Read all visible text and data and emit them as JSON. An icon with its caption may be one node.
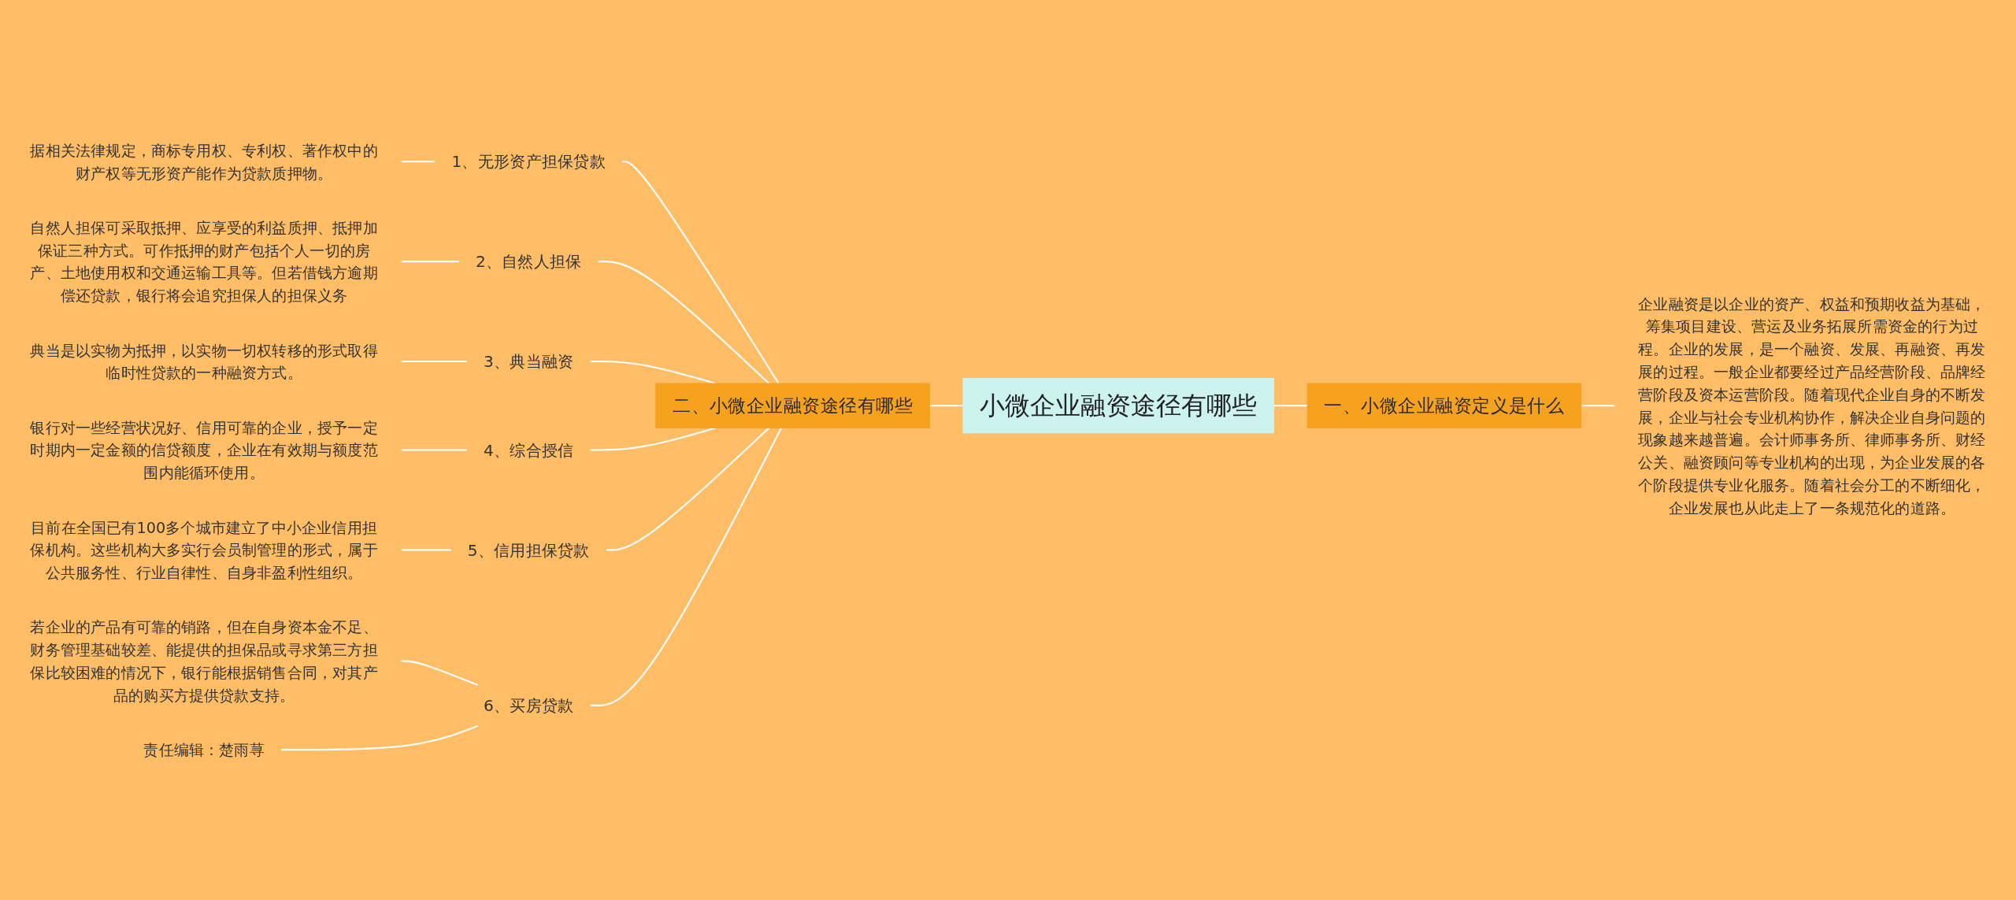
{
  "diagram": {
    "nodes": [
      {
        "text": [
          "小微企业融资途径有哪些"
        ]
      },
      {
        "text": [
          "一、小微企业融资定义是什么"
        ]
      },
      {
        "text": [
          "企业融资是以企业的资产、权益和预期收益为基础，筹集项目建设、营运及业务拓展所需资金的行为过程。企业的发展，是一个融资、发展、再融资、再发展的过程。一般企业都要经过产品经营阶段、品牌经营阶段及资本运营阶段。随着现代企业自身的不断发展，企业与社会专业机构协作，解决企业自身问题的现象越来越普遍。会计师事务所、律师事务所、财经公关、融资顾问等专业机构的出现，为企业发展的各个阶段提供专业化服务。随着社会分工的不断细化，企业发展也从此走上了一条规范化的道路。"
        ]
      },
      {
        "text": [
          "二、小微企业融资途径有哪些"
        ]
      },
      {
        "text": [
          "1、无形资产担保贷款"
        ]
      },
      {
        "text": [
          "据相关法律规定，商标专用权、专利权、著作权中的财产权等无形资产能作为贷款质押物。"
        ]
      },
      {
        "text": [
          "2、自然人担保"
        ]
      },
      {
        "text": [
          "自然人担保可采取抵押、应享受的利益质押、抵押加保证三种方式。可作抵押的财产包括个人一切的房产、土地使用权和交通运输工具等。但若借钱方逾期偿还贷款，银行将会追究担保人的担保义务"
        ]
      },
      {
        "text": [
          "3、典当融资"
        ]
      },
      {
        "text": [
          "典当是以实物为抵押，以实物一切权转移的形式取得临时性贷款的一种融资方式。"
        ]
      },
      {
        "text": [
          "4、综合授信"
        ]
      },
      {
        "text": [
          "银行对一些经营状况好、信用可靠的企业，授予一定时期内一定金额的信贷额度，企业在有效期与额度范围内能循环使用。"
        ]
      },
      {
        "text": [
          "5、信用担保贷款"
        ]
      },
      {
        "text": [
          "目前在全国已有100多个城市建立了中小企业信用担保机构。这些机构大多实行会员制管理的形式，属于公共服务性、行业自律性、自身非盈利性组织。"
        ]
      },
      {
        "text": [
          "6、买房贷款"
        ]
      },
      {
        "text": [
          "若企业的产品有可靠的销路，但在自身资本金不足、财务管理基础较差、能提供的担保品或寻求第三方担保比较困难的情况下，银行能根据销售合同，对其产品的购买方提供贷款支持。"
        ]
      },
      {
        "text": [
          "责任编辑：楚雨荨"
        ]
      }
    ],
    "edges": [
      {
        "from": 0,
        "to": 1,
        "arrow": "none"
      },
      {
        "from": 1,
        "to": 2,
        "arrow": "none"
      },
      {
        "from": 0,
        "to": 3,
        "arrow": "none"
      },
      {
        "from": 3,
        "to": 4,
        "arrow": "none"
      },
      {
        "from": 4,
        "to": 5,
        "arrow": "none"
      },
      {
        "from": 3,
        "to": 6,
        "arrow": "none"
      },
      {
        "from": 6,
        "to": 7,
        "arrow": "none"
      },
      {
        "from": 3,
        "to": 8,
        "arrow": "none"
      },
      {
        "from": 8,
        "to": 9,
        "arrow": "none"
      },
      {
        "from": 3,
        "to": 10,
        "arrow": "none"
      },
      {
        "from": 10,
        "to": 11,
        "arrow": "none"
      },
      {
        "from": 3,
        "to": 12,
        "arrow": "none"
      },
      {
        "from": 12,
        "to": 13,
        "arrow": "none"
      },
      {
        "from": 3,
        "to": 14,
        "arrow": "none"
      },
      {
        "from": 14,
        "to": 15,
        "arrow": "none"
      },
      {
        "from": 14,
        "to": 16,
        "arrow": "none"
      }
    ]
  }
}
